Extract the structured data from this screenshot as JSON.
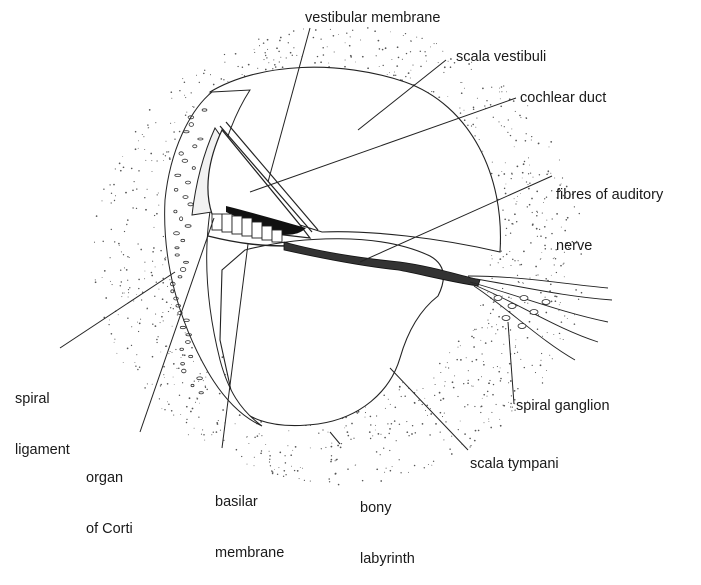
{
  "labels": {
    "vestibular_membrane": "vestibular membrane",
    "scala_vestibuli": "scala vestibuli",
    "cochlear_duct": "cochlear duct",
    "fibres_line1": "fibres of auditory",
    "fibres_line2": "nerve",
    "spiral_ligament_line1": "spiral",
    "spiral_ligament_line2": "ligament",
    "organ_line1": "organ",
    "organ_line2": "of Corti",
    "basilar_line1": "basilar",
    "basilar_line2": "membrane",
    "bony_line1": "bony",
    "bony_line2": "labyrinth",
    "spiral_ganglion": "spiral ganglion",
    "scala_tympani": "scala tympani"
  },
  "colors": {
    "ink": "#1a1a1a",
    "paper": "#ffffff"
  }
}
